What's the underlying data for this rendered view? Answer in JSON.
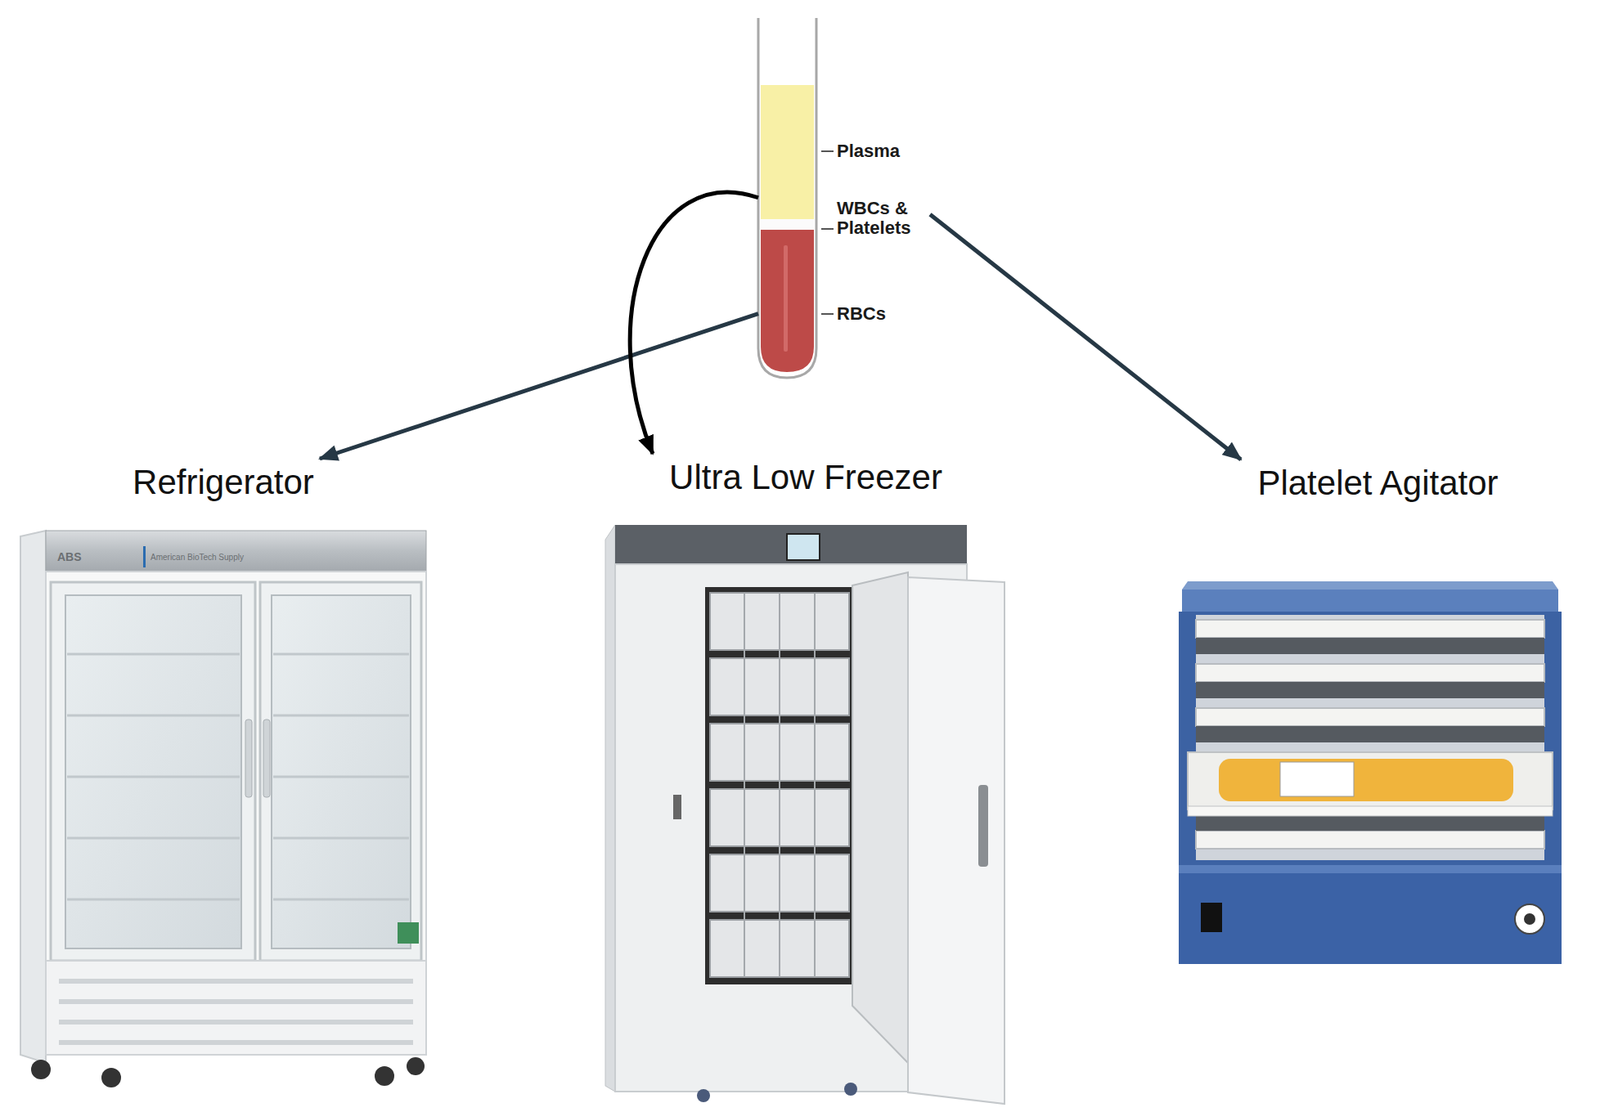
{
  "diagram": {
    "nodes": [
      {
        "text": [
          "Plasma"
        ]
      },
      {
        "text": [
          "WBCs & Platelets"
        ]
      },
      {
        "text": [
          "RBCs"
        ]
      },
      {
        "text": [
          "Refrigerator"
        ]
      },
      {
        "text": [
          "Ultra Low Freezer"
        ]
      },
      {
        "text": [
          "Platelet Agitator"
        ]
      }
    ],
    "edges": [
      {
        "from": 2,
        "to": 3,
        "arrow": "to"
      },
      {
        "from": 0,
        "to": 4,
        "arrow": "to"
      },
      {
        "from": 1,
        "to": 5,
        "arrow": "to"
      }
    ],
    "labels": [
      "ABS",
      "American BioTech Supply"
    ]
  }
}
